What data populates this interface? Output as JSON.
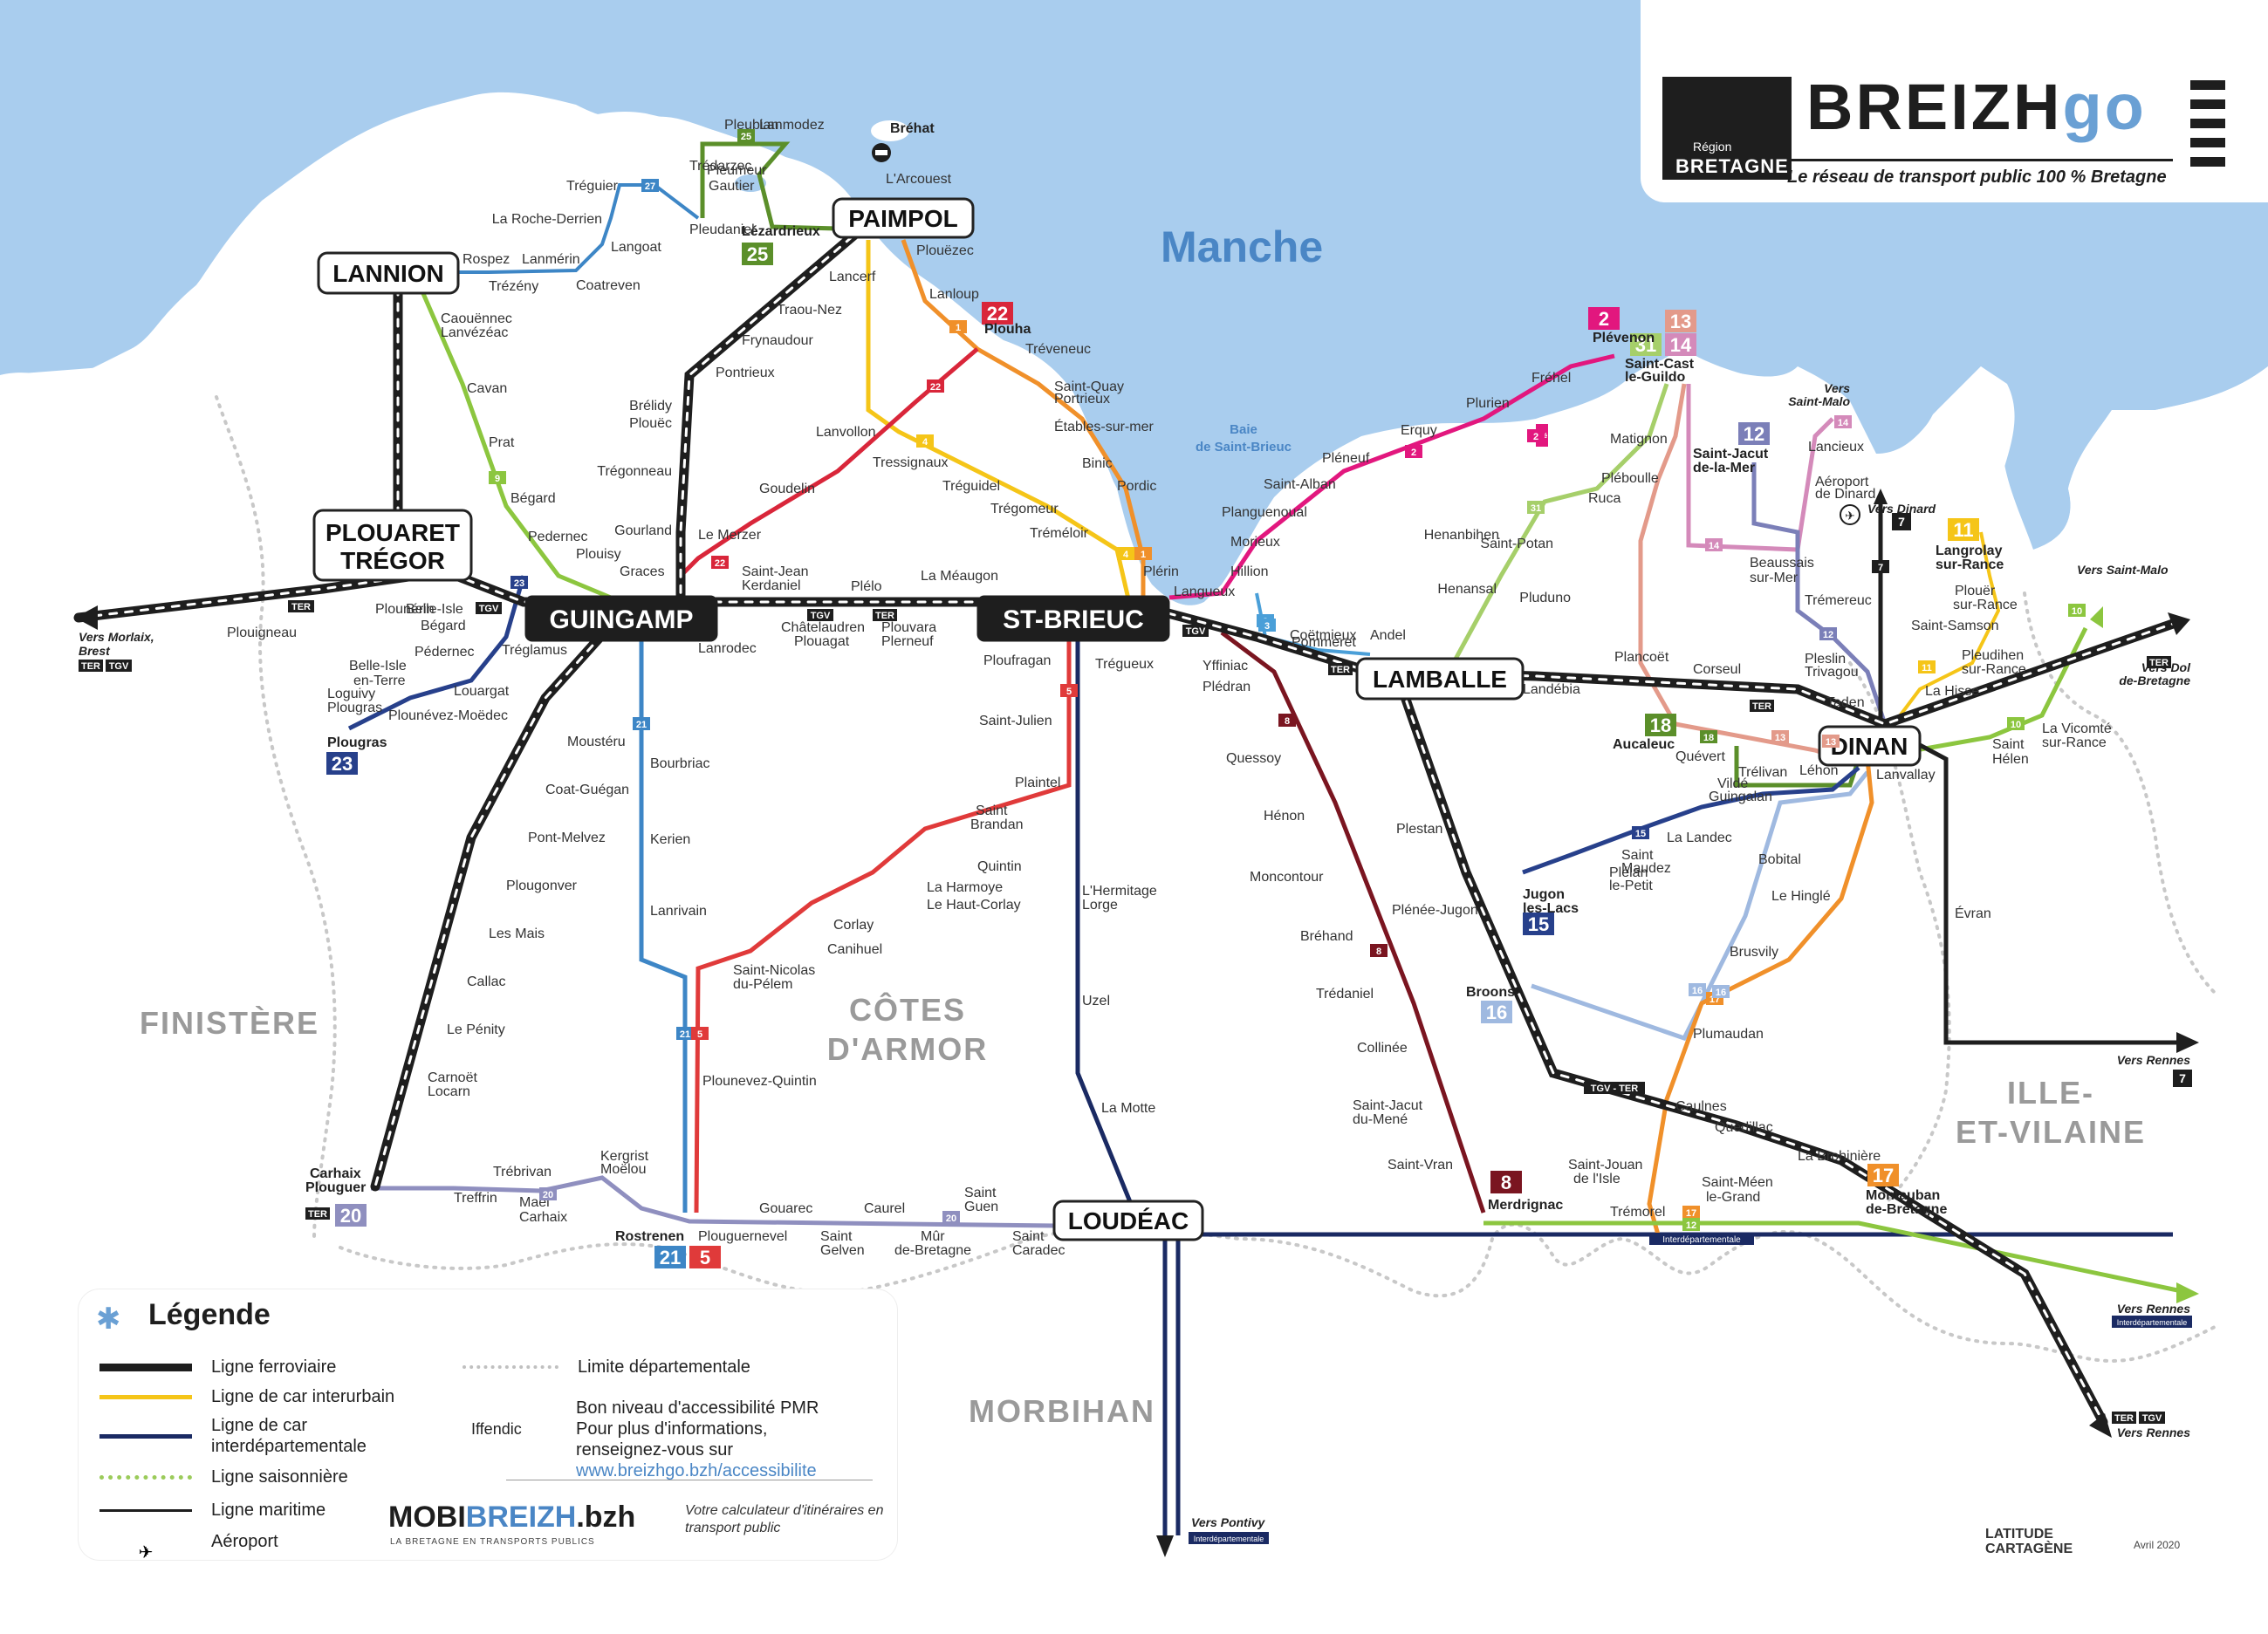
{
  "header": {
    "brand": "BREIZH",
    "brand_go": "go",
    "region_small": "Région",
    "region_name": "BRETAGNE",
    "tagline": "Le réseau de transport public 100 % Bretagne"
  },
  "map_labels": {
    "sea": "Manche",
    "bay": [
      "Baie",
      "de Saint-Brieuc"
    ],
    "regions": [
      "FINISTÈRE",
      "CÔTES",
      "D'ARMOR",
      "MORBIHAN",
      "ILLE-",
      "ET-VILAINE"
    ],
    "directions": {
      "morlaix": [
        "Vers Morlaix,",
        "Brest"
      ],
      "saint_malo_top": [
        "Vers",
        "Saint-Malo"
      ],
      "dinard": "Vers Dinard",
      "saint_malo_right": "Vers Saint-Malo",
      "dol": [
        "Vers Dol",
        "de-Bretagne"
      ],
      "rennes_7": "Vers Rennes",
      "rennes_12": "Vers Rennes",
      "rennes_train": "Vers Rennes",
      "pontivy": "Vers Pontivy"
    },
    "interdep": "Interdépartementale",
    "tags": {
      "ter": "TER",
      "tgv": "TGV",
      "tgv_ter": "TGV - TER",
      "ete": "Été"
    }
  },
  "hubs": {
    "lannion": "LANNION",
    "plouaret_1": "PLOUARET",
    "plouaret_2": "TRÉGOR",
    "guingamp": "GUINGAMP",
    "st_brieuc": "ST-BRIEUC",
    "paimpol": "PAIMPOL",
    "lamballe": "LAMBALLE",
    "dinan": "DINAN",
    "loudeac": "LOUDÉAC"
  },
  "stops": [
    "Pleubian",
    "Lanmodez",
    "Bréhat",
    "L'Arcouest",
    "Pleumeur",
    "Gautier",
    "Lézardrieux",
    "Pleudaniel",
    "Tréguier",
    "Trédarzec",
    "La Roche-Derrien",
    "Langoat",
    "Rospez",
    "Lanmérin",
    "Trézény",
    "Coatreven",
    "Caouënnec",
    "Lanvézéac",
    "Cavan",
    "Prat",
    "Bégard",
    "Pedernec",
    "Plouisy",
    "Graces",
    "Plounérin",
    "Belle-Isle",
    "Bégard",
    "Pédernec",
    "Louargat",
    "Tréglamus",
    "Belle-Isle",
    "en-Terre",
    "Loguivy",
    "Plougras",
    "Plounévez-Moëdec",
    "Plougras",
    "Plouigneau",
    "Brélidy",
    "Plouëc",
    "Trégonneau",
    "Gourland",
    "Pontrieux",
    "Frynaudour",
    "Traou-Nez",
    "Lancerf",
    "Plouëzec",
    "Lanloup",
    "Plouha",
    "Tréveneuc",
    "Saint-Quay",
    "Portrieux",
    "Étables-sur-mer",
    "Binic",
    "Pordic",
    "Plérin",
    "Langueux",
    "Hillion",
    "Morieux",
    "Planguenoual",
    "Saint-Alban",
    "Pléneuf",
    "Erquy",
    "Plurien",
    "Fréhel",
    "Plévenon",
    "Saint-Cast",
    "le-Guildo",
    "Matignon",
    "Pléboulle",
    "Ruca",
    "Henanbihen",
    "Henansal",
    "Saint-Potan",
    "Pluduno",
    "Plancoët",
    "Corseul",
    "Landébia",
    "Saint-Jacut",
    "de-la-Mer",
    "Lancieux",
    "Aéroport",
    "de Dinard",
    "Langrolay",
    "sur-Rance",
    "Plouër",
    "sur-Rance",
    "Saint-Samson",
    "Pleudihen",
    "sur-Rance",
    "La Hisse",
    "Beaussais",
    "sur-Mer",
    "Trémereuc",
    "Pleslin",
    "Trivagou",
    "Taden",
    "Lanvallay",
    "La Vicomté",
    "sur-Rance",
    "Saint",
    "Hélen",
    "Évran",
    "Vildé",
    "Guingalan",
    "Trélivan",
    "Léhon",
    "Quévert",
    "Aucaleuc",
    "La Landec",
    "Saint",
    "Maudez",
    "Plélan",
    "le-Petit",
    "Jugon",
    "les-Lacs",
    "Bobital",
    "Le Hinglé",
    "Brusvily",
    "Plumaudan",
    "Broons",
    "Plénée-Jugon",
    "Plestan",
    "Caulnes",
    "Quédillac",
    "La Brohinière",
    "Montauban",
    "de-Bretagne",
    "Saint-Méen",
    "le-Grand",
    "Saint-Jouan",
    "de l'Isle",
    "Trémorel",
    "Merdrignac",
    "Saint-Vran",
    "Saint-Jacut",
    "du-Mené",
    "Collinée",
    "Trédaniel",
    "Bréhand",
    "Moncontour",
    "Hénon",
    "Quessoy",
    "Plédran",
    "Yffiniac",
    "Trégueux",
    "Pommeret",
    "Coëtmieux",
    "Andel",
    "Ploufragan",
    "Saint-Julien",
    "Plaintel",
    "Saint",
    "Brandan",
    "Quintin",
    "La Harmoye",
    "Le Haut-Corlay",
    "Corlay",
    "Canihuel",
    "Saint-Nicolas",
    "du-Pélem",
    "L'Hermitage",
    "Lorge",
    "Uzel",
    "La Motte",
    "Plounevez-Quintin",
    "Bourbriac",
    "Kerien",
    "Lanrivain",
    "Rostrenen",
    "Plouguernevel",
    "Gouarec",
    "Saint",
    "Gelven",
    "Caurel",
    "Mûr",
    "de-Bretagne",
    "Saint",
    "Guen",
    "Saint",
    "Caradec",
    "Kergrist",
    "Moëlou",
    "Trébrivan",
    "Treffrin",
    "Maël",
    "Carhaix",
    "Carhaix",
    "Plouguer",
    "Carnoët",
    "Locarn",
    "Le Pénity",
    "Callac",
    "Les Mais",
    "Plougonver",
    "Pont-Melvez",
    "Coat-Guégan",
    "Moustéru",
    "Lanrodec",
    "Châtelaudren",
    "Plouagat",
    "Plouvara",
    "Plerneuf",
    "Saint-Jean",
    "Kerdaniel",
    "Plélo",
    "La Méaugon",
    "Le Merzer",
    "Goudelin",
    "Lanvollon",
    "Tressignaux",
    "Tréguidel",
    "Trégomeur",
    "Tréméloir"
  ],
  "badges": [
    "25",
    "25",
    "27",
    "2",
    "13",
    "14",
    "31",
    "22",
    "12",
    "11",
    "18",
    "15",
    "16",
    "17",
    "8",
    "20",
    "21",
    "5",
    "23"
  ],
  "route_tags": [
    "27",
    "25",
    "9",
    "21",
    "3",
    "7",
    "5",
    "21",
    "5",
    "22",
    "4",
    "4",
    "1",
    "2",
    "2",
    "3",
    "8",
    "8",
    "31",
    "10",
    "10",
    "11",
    "14",
    "14",
    "13",
    "12",
    "16",
    "17",
    "17",
    "12",
    "13",
    "18",
    "15",
    "16",
    "20",
    "20",
    "1",
    "22",
    "23"
  ],
  "legend": {
    "title": "Légende",
    "items": [
      "Ligne ferroviaire",
      "Ligne de car interurbain",
      "Ligne de car",
      "interdépartementale",
      "Ligne saisonnière",
      "Ligne maritime",
      "Aéroport",
      "Limite départementale",
      "Iffendic",
      "Bon niveau d'accessibilité PMR",
      "Pour plus d'informations,",
      "renseignez-vous sur",
      "www.breizhgo.bzh/accessibilite"
    ],
    "mobi_1": "MOBI",
    "mobi_2": "BREIZH",
    "mobi_3": ".bzh",
    "mobi_sub": "LA BRETAGNE EN TRANSPORTS PUBLICS",
    "mobi_note": "Votre calculateur d'itinéraires en transport public"
  },
  "footer": {
    "credit_1": "LATITUDE",
    "credit_2": "CARTAGÈNE",
    "date": "Avril 2020"
  },
  "colors": {
    "sea": "#a9cdee",
    "land": "#ffffff",
    "rail": "#1e1e1e",
    "interurbain": "#f5c518",
    "interdep": "#1a2a63",
    "seasonal": "#9bcb5a",
    "l2": "#e2177e",
    "l3": "#4a9fd8",
    "l4": "#f5c518",
    "l5": "#e03a3a",
    "l7": "#1e1e1e",
    "l8": "#7a1520",
    "l9": "#8cc63f",
    "l10": "#8cc63f",
    "l11": "#f5c518",
    "l12": "#7b7fb8",
    "l13": "#e39a8a",
    "l14": "#d48aba",
    "l15": "#27408b",
    "l16": "#9fb9e0",
    "l17": "#f0902a",
    "l18": "#5b8f2a",
    "l20": "#8f8fbf",
    "l21": "#3d86c6",
    "l22": "#d9263a",
    "l23": "#27408b",
    "l25": "#5b8f2a",
    "l27": "#3d86c6",
    "l31": "#a6cf6a",
    "l1": "#f0902a"
  }
}
